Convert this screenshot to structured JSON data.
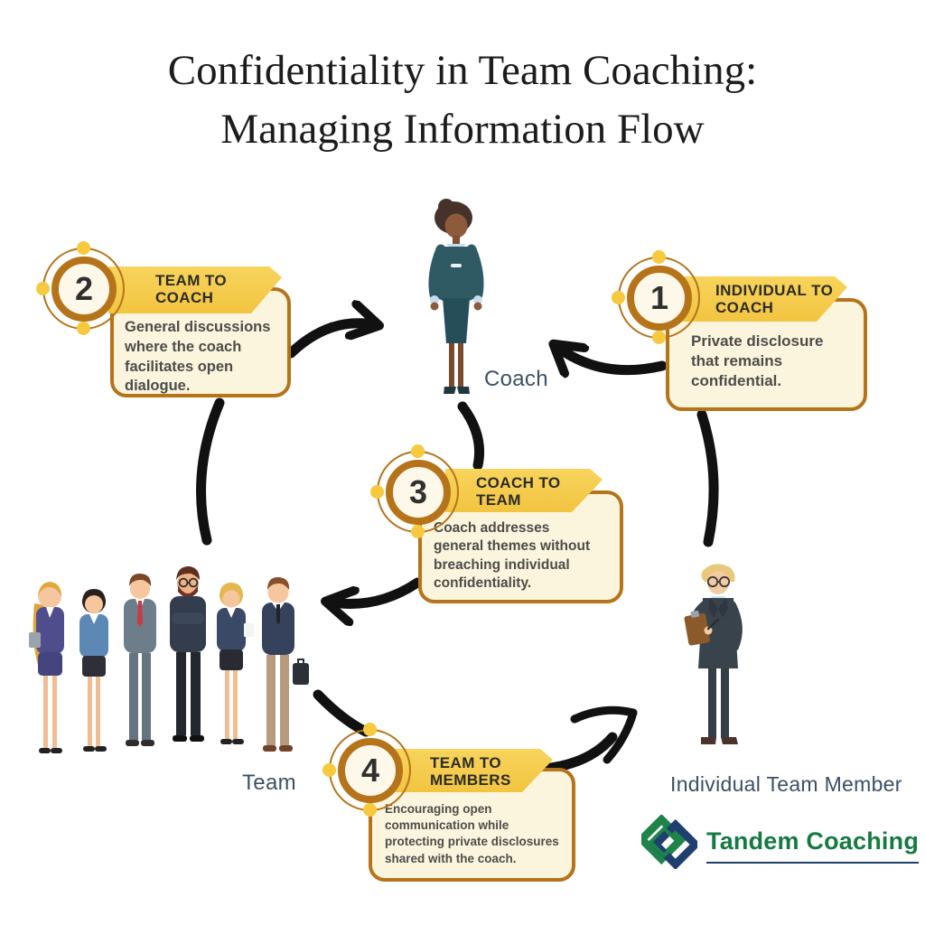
{
  "title": {
    "line1": "Confidentiality in Team Coaching:",
    "line2": "Managing Information Flow"
  },
  "callouts": [
    {
      "number": "1",
      "title_line1": "INDIVIDUAL TO",
      "title_line2": "COACH",
      "body_lines": [
        "Private disclosure",
        "that remains",
        "confidential."
      ]
    },
    {
      "number": "2",
      "title_line1": "TEAM TO",
      "title_line2": "COACH",
      "body_lines": [
        "General discussions",
        "where the coach",
        "facilitates open",
        "dialogue."
      ]
    },
    {
      "number": "3",
      "title_line1": "COACH TO",
      "title_line2": "TEAM",
      "body_lines": [
        "Coach addresses",
        "general themes without",
        "breaching individual",
        "confidentiality."
      ]
    },
    {
      "number": "4",
      "title_line1": "TEAM TO",
      "title_line2": "MEMBERS",
      "body_lines": [
        "Encouraging open",
        "communication while",
        "protecting private disclosures",
        "shared with the coach."
      ]
    }
  ],
  "figures": {
    "coach_label": "Coach",
    "team_label": "Team",
    "individual_label": "Individual Team Member"
  },
  "logo": {
    "name": "Tandem Coaching"
  },
  "colors": {
    "banner_yellow": "#F6CE4E",
    "panel_cream": "#FCF5DE",
    "border_brown": "#B5741A",
    "dot_yellow": "#F6C93F",
    "arrow_black": "#111111",
    "label_slate": "#3C5064",
    "logo_green": "#157A42",
    "logo_navy": "#1E3F70",
    "title_black": "#1C1C1C"
  }
}
